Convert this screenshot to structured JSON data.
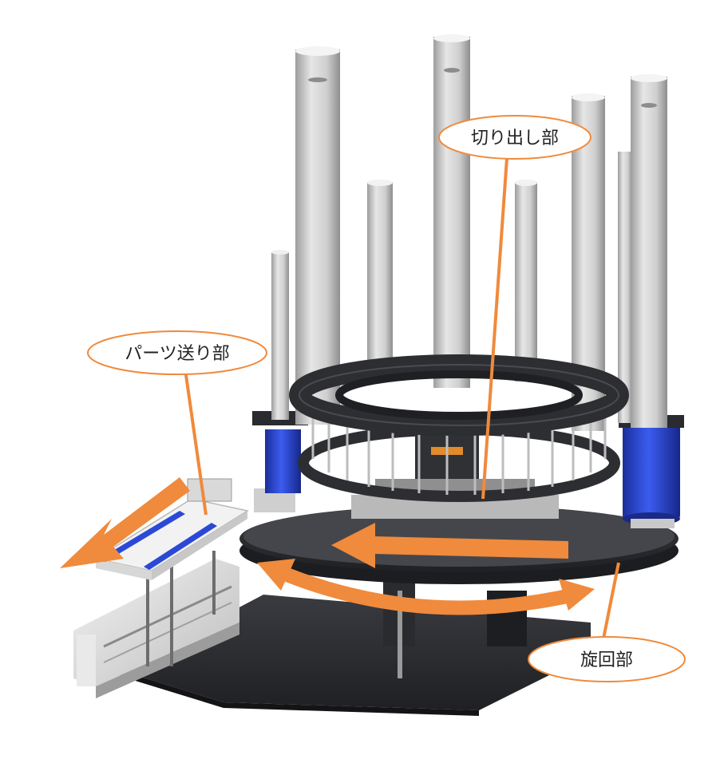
{
  "labels": {
    "cutout": "切り出し部",
    "feeder": "パーツ送り部",
    "rotation": "旋回部"
  },
  "colors": {
    "accent_arrow": "#f08a3c",
    "callout_border": "#f08a3c",
    "blue_part": "#2b49d6",
    "dark_plate": "#2e2f33",
    "tube": "#c9c9c9"
  },
  "icons": {
    "feed_arrow": "arrow-left-icon",
    "rotate_arrow": "curved-double-arrow-icon"
  }
}
